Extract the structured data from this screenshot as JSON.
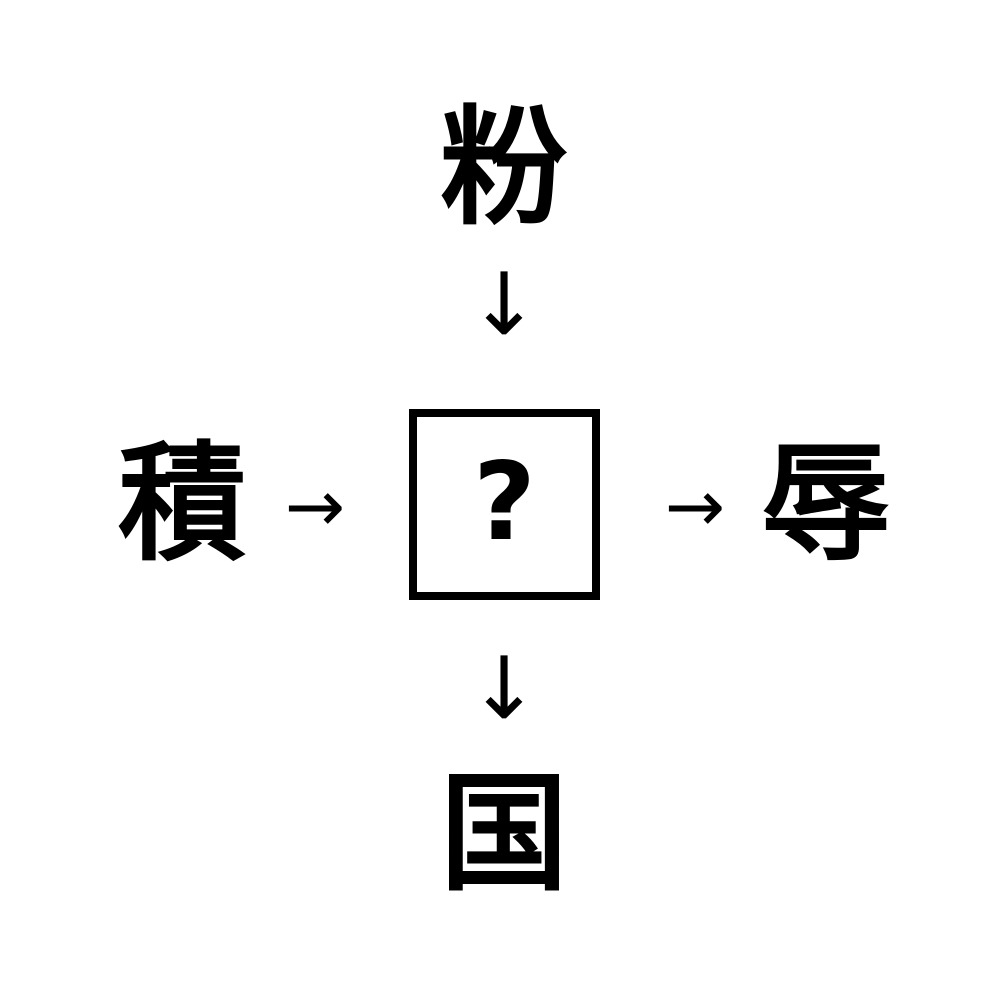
{
  "puzzle": {
    "type": "kanji-association-cross",
    "background_color": "#ffffff",
    "stroke_color": "#000000",
    "center": {
      "label": "?",
      "name": "unknown-kanji",
      "box_border_color": "#000000"
    },
    "nodes": {
      "top": {
        "char": "粉",
        "position": "top"
      },
      "left": {
        "char": "積",
        "position": "left"
      },
      "right": {
        "char": "辱",
        "position": "right"
      },
      "bottom": {
        "char": "国",
        "position": "bottom"
      }
    },
    "arrows": {
      "top_to_center": {
        "glyph": "↓",
        "direction": "down",
        "name": "arrow-down-top"
      },
      "left_to_center": {
        "glyph": "→",
        "direction": "right",
        "name": "arrow-right-left"
      },
      "center_to_right": {
        "glyph": "→",
        "direction": "right",
        "name": "arrow-right-right"
      },
      "center_to_bottom": {
        "glyph": "↓",
        "direction": "down",
        "name": "arrow-down-bottom"
      }
    }
  }
}
